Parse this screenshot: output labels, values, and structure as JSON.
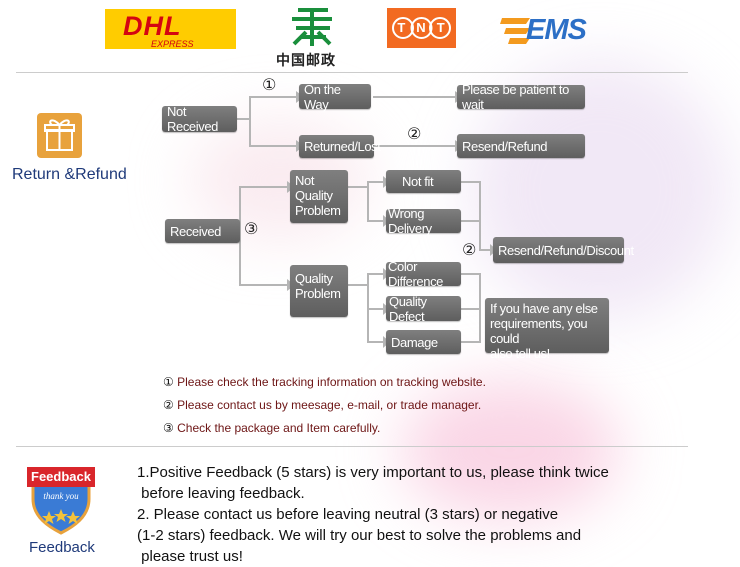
{
  "shipping_logos": {
    "dhl": "DHL",
    "dhl_sub": "EXPRESS",
    "china_post": "中国邮政",
    "tnt": "TNT",
    "ems": "EMS"
  },
  "return_refund": {
    "title": "Return &Refund"
  },
  "flow": {
    "not_received": "Not Received",
    "on_the_way": "On the Way",
    "be_patient": "Please be patient to wait",
    "returned_lost": "Returned/Lost",
    "resend_refund": "Resend/Refund",
    "received": "Received",
    "not_quality_problem": "Not\nQuality\nProblem",
    "quality_problem": "Quality\nProblem",
    "not_fit": "Not fit",
    "wrong_delivery": "Wrong Delivery",
    "color_difference": "Color Difference",
    "quality_defect": "Quality Defect",
    "damage": "Damage",
    "resend_refund_discount": "Resend/Refund/Discount",
    "other_requirements": "If you have any else\nrequirements, you could\nalso tell us!",
    "marker_1": "①",
    "marker_2": "②",
    "marker_3": "③"
  },
  "notes": [
    {
      "num": "①",
      "text": " Please check the tracking information on tracking website."
    },
    {
      "num": "②",
      "text": " Please contact us by meesage, e-mail, or trade manager."
    },
    {
      "num": "③",
      "text": " Check the package and Item carefully."
    }
  ],
  "feedback": {
    "badge_text": "Feedback",
    "badge_sub": "thank you",
    "title": "Feedback",
    "lines": [
      "1.Positive Feedback (5 stars) is very important to us, please think twice",
      " before leaving feedback.",
      "2. Please contact us before leaving neutral (3 stars) or negative",
      "(1-2 stars) feedback. We will try our best to solve the problems and",
      " please trust us!"
    ]
  },
  "colors": {
    "box_gray": "#6e6e6e",
    "dhl_yellow": "#ffcc00",
    "dhl_red": "#d40511",
    "china_post_green": "#1a8f3c",
    "tnt_orange": "#f26a21",
    "ems_blue": "#2c6fc6",
    "ems_orange": "#f39a1e",
    "title_blue": "#1f3a7a",
    "gift_orange": "#e8a23c"
  }
}
